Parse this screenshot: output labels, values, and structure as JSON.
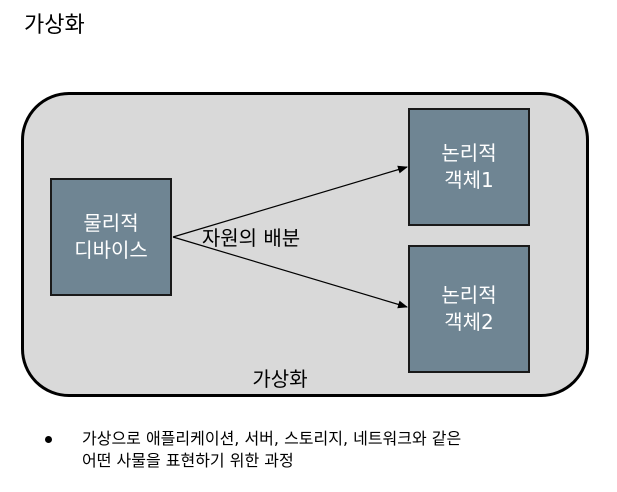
{
  "title": "가상화",
  "container": {
    "caption": "가상화"
  },
  "physical": {
    "line1": "물리적",
    "line2": "디바이스"
  },
  "logical": [
    {
      "line1": "논리적",
      "line2": "객체1"
    },
    {
      "line1": "논리적",
      "line2": "객체2"
    }
  ],
  "allocation_label": "자원의 배분",
  "bullet": {
    "line1": "가상으로 애플리케이션, 서버, 스토리지, 네트워크와 같은",
    "line2": "어떤 사물을 표현하기 위한 과정"
  }
}
